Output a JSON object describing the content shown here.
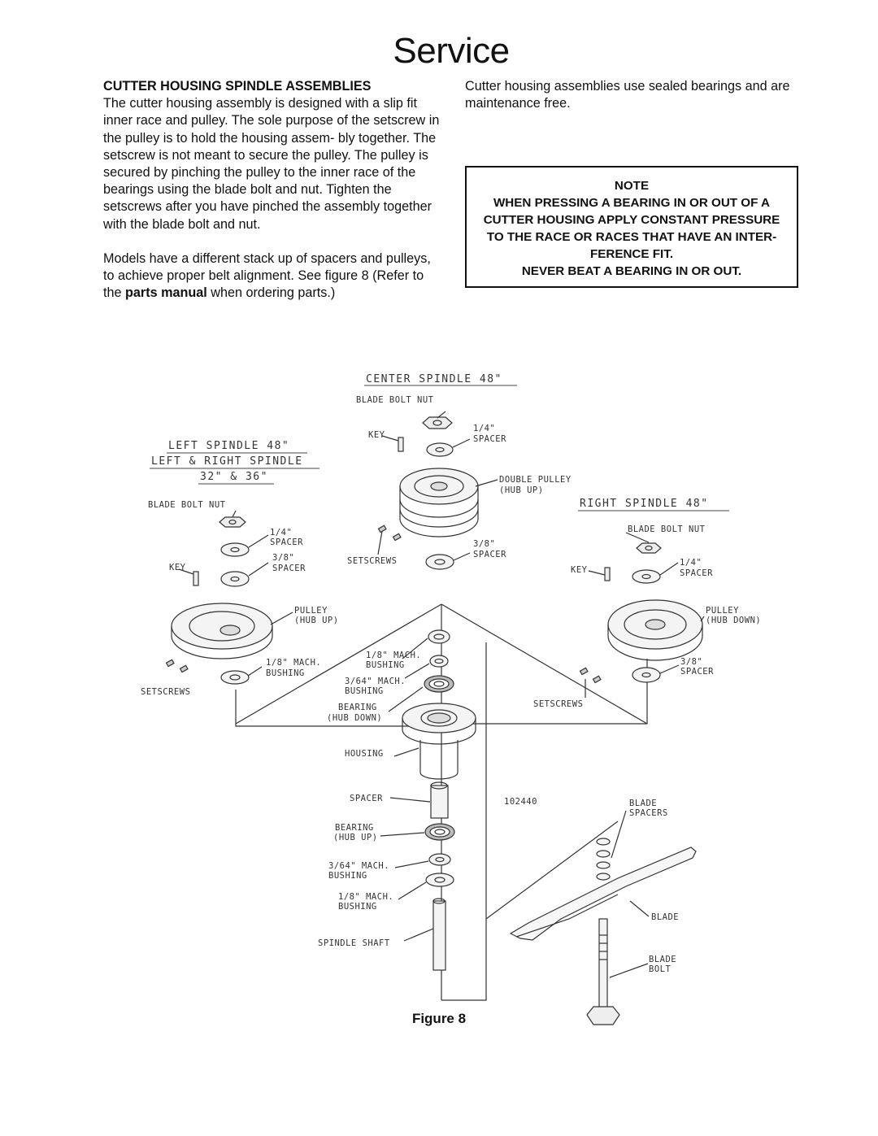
{
  "page": {
    "title": "Service"
  },
  "left_column": {
    "heading": "CUTTER HOUSING SPINDLE ASSEMBLIES",
    "para1": "The cutter housing assembly is designed with a slip fit inner race and pulley.  The sole purpose of the setscrew in the pulley is to hold the housing assem- bly together.  The setscrew is not meant to secure the pulley.  The pulley is secured by pinching the pulley to the inner race of the bearings using the blade bolt and nut.   Tighten the setscrews after you have pinched the assembly together with the blade bolt and nut.",
    "para2_start": "Models have a different stack up of spacers and pulleys, to achieve proper belt alignment.  See figure 8  (Refer to the ",
    "para2_bold": "parts manual",
    "para2_end": " when ordering parts.)"
  },
  "right_column": {
    "text": "Cutter housing assemblies use sealed bearings and are maintenance free."
  },
  "note": {
    "heading": "NOTE",
    "line1": "WHEN PRESSING A BEARING IN OR OUT OF A",
    "line2": "CUTTER HOUSING APPLY CONSTANT PRESSURE",
    "line3": "TO THE RACE OR RACES THAT HAVE AN INTER-",
    "line4": "FERENCE FIT.",
    "line5": "NEVER BEAT A BEARING IN OR OUT."
  },
  "diagram": {
    "center_title": "CENTER SPINDLE 48\"",
    "left_title_1": "LEFT SPINDLE 48\"",
    "left_title_2": "LEFT & RIGHT SPINDLE",
    "left_title_3": "32\" & 36\"",
    "right_title": "RIGHT SPINDLE 48\"",
    "labels": {
      "c_blade_bolt_nut": "BLADE BOLT NUT",
      "c_key": "KEY",
      "c_spacer14_a": "1/4\"",
      "c_spacer14_b": "SPACER",
      "c_double_pulley_a": "DOUBLE PULLEY",
      "c_double_pulley_b": "(HUB UP)",
      "c_spacer38_a": "3/8\"",
      "c_spacer38_b": "SPACER",
      "c_setscrews": "SETSCREWS",
      "l_blade_bolt_nut": "BLADE BOLT NUT",
      "l_spacer14_a": "1/4\"",
      "l_spacer14_b": "SPACER",
      "l_spacer38_a": "3/8\"",
      "l_spacer38_b": "SPACER",
      "l_key": "KEY",
      "l_pulley_a": "PULLEY",
      "l_pulley_b": "(HUB UP)",
      "l_bushing_a": "1/8\" MACH.",
      "l_bushing_b": "BUSHING",
      "l_setscrews": "SETSCREWS",
      "r_blade_bolt_nut": "BLADE BOLT NUT",
      "r_key": "KEY",
      "r_spacer14_a": "1/4\"",
      "r_spacer14_b": "SPACER",
      "r_pulley_a": "PULLEY",
      "r_pulley_b": "(HUB DOWN)",
      "r_spacer38_a": "3/8\"",
      "r_spacer38_b": "SPACER",
      "r_setscrews": "SETSCREWS",
      "s_bushing18_a": "1/8\" MACH.",
      "s_bushing18_b": "BUSHING",
      "s_bushing364_a": "3/64\" MACH.",
      "s_bushing364_b": "BUSHING",
      "s_bearing_a": "BEARING",
      "s_bearing_b": "(HUB DOWN)",
      "s_housing": "HOUSING",
      "s_spacer": "SPACER",
      "s_part_no": "102440",
      "s_bearing2_a": "BEARING",
      "s_bearing2_b": "(HUB UP)",
      "s_bushing364b_a": "3/64\" MACH.",
      "s_bushing364b_b": "BUSHING",
      "s_bushing18b_a": "1/8\" MACH.",
      "s_bushing18b_b": "BUSHING",
      "s_spindle_shaft": "SPINDLE SHAFT",
      "b_blade_spacers_a": "BLADE",
      "b_blade_spacers_b": "SPACERS",
      "b_blade": "BLADE",
      "b_blade_bolt_a": "BLADE",
      "b_blade_bolt_b": "BOLT"
    }
  },
  "figure": {
    "caption": "Figure 8"
  }
}
